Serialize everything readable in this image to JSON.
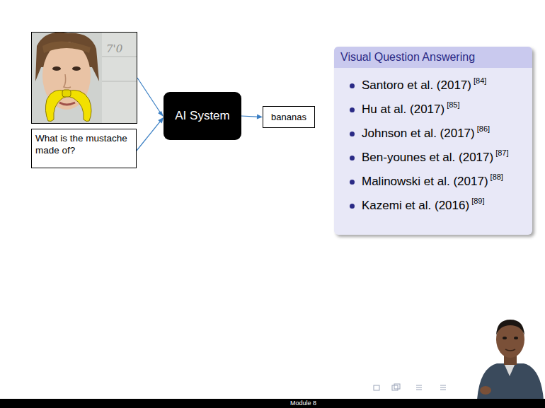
{
  "diagram": {
    "nodes": [
      {
        "text": [
          "What is the mustache made of?"
        ]
      },
      {
        "text": [
          "AI System"
        ]
      },
      {
        "text": [
          "bananas"
        ]
      },
      {
        "text": [
          "Visual Question Answering"
        ]
      }
    ],
    "edges": [
      {
        "from": 0,
        "to": 1,
        "arrow": "to"
      },
      {
        "from": 1,
        "to": 2,
        "arrow": "to"
      }
    ],
    "labels": [
      "7'0",
      "Santoro et al. (2017)",
      "[84]",
      "Hu at al. (2017)",
      "[85]",
      "Johnson et al. (2017)",
      "[86]",
      "Ben-younes et al. (2017)",
      "[87]",
      "Malinowski et al. (2017)",
      "[88]",
      "Kazemi et al. (2016)",
      "[89]",
      "Module 8"
    ]
  }
}
